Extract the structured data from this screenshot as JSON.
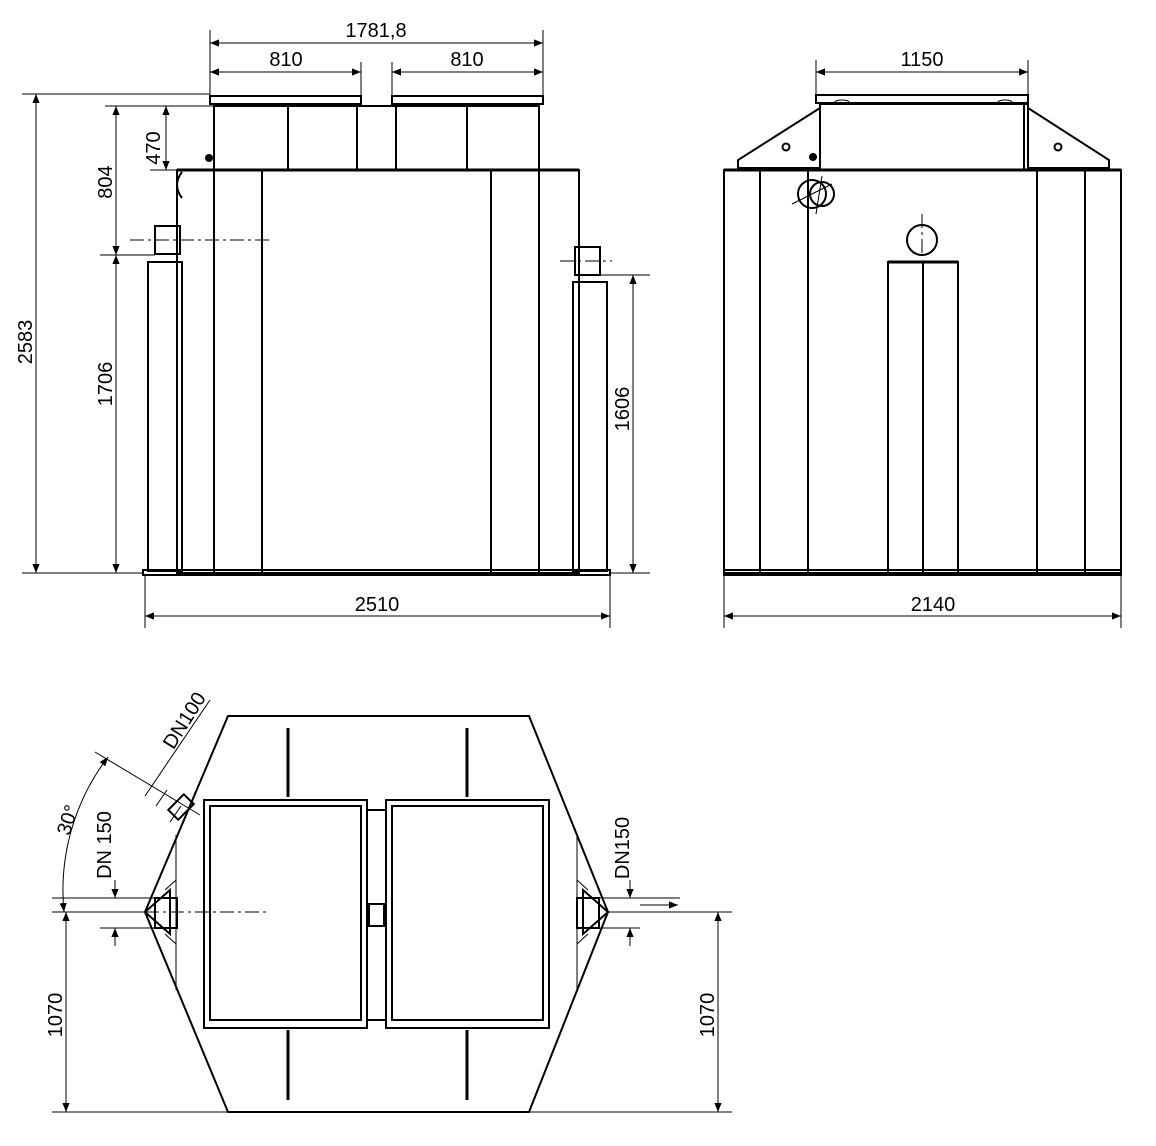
{
  "front_view": {
    "dims": {
      "overall_manholes": "1781,8",
      "manhole_left": "810",
      "manhole_right": "810",
      "total_height": "2583",
      "top_to_inlet": "804",
      "neck_height": "470",
      "inlet_invert": "1706",
      "outlet_invert": "1606",
      "length": "2510"
    }
  },
  "side_view": {
    "dims": {
      "manhole_width": "1150",
      "width": "2140"
    }
  },
  "plan_view": {
    "labels": {
      "vent_pipe": "DN100",
      "angle": "30°",
      "inlet_pipe": "DN 150",
      "outlet_pipe": "DN150"
    },
    "dims": {
      "half_width_left": "1070",
      "half_width_right": "1070"
    }
  }
}
